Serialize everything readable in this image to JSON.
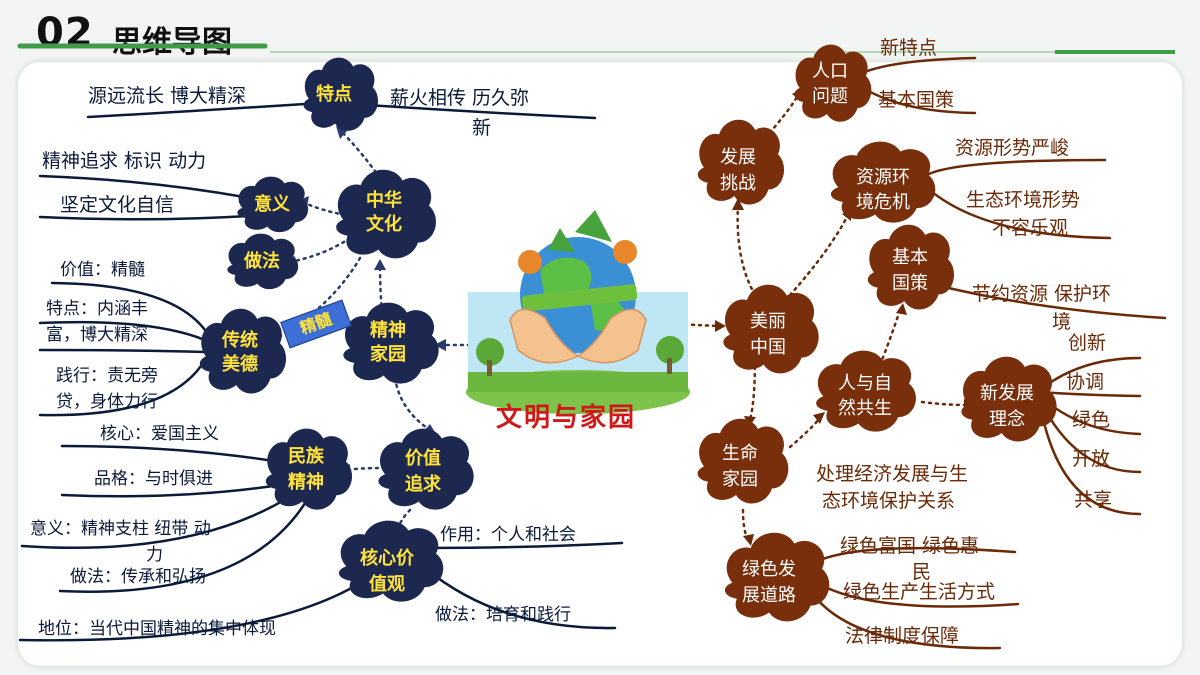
{
  "header": {
    "number": "02",
    "title": "思维导图"
  },
  "center": {
    "title": "文明与家园"
  },
  "left": {
    "tesdian": {
      "label": "特点",
      "left": "源远流长 博大精深",
      "right1": "薪火相传 历久弥",
      "right2": "新"
    },
    "zhonghua": {
      "label1": "中华",
      "label2": "文化"
    },
    "yiyi": {
      "label": "意义",
      "b1": "精神追求 标识 动力",
      "b2": "坚定文化自信"
    },
    "zuofa": {
      "label": "做法"
    },
    "chuantong": {
      "label1": "传统",
      "label2": "美德",
      "tag": "精髓",
      "b1": "价值：精髓",
      "b2a": "特点：内涵丰",
      "b2b": "富，博大精深",
      "b3a": "践行：责无旁",
      "b3b": "贷，身体力行"
    },
    "jingshen": {
      "label1": "精神",
      "label2": "家园"
    },
    "minzu": {
      "label1": "民族",
      "label2": "精神",
      "b1": "核心：爱国主义",
      "b2": "品格：与时俱进",
      "b3a": "意义：精神支柱 纽带 动",
      "b3b": "力",
      "b4": "做法：传承和弘扬"
    },
    "jiazhi": {
      "label1": "价值",
      "label2": "追求"
    },
    "hexin": {
      "label1": "核心价",
      "label2": "值观",
      "b1": "作用：个人和社会",
      "b2": "做法：培育和践行",
      "b3": "地位：当代中国精神的集中体现"
    }
  },
  "right": {
    "meili": {
      "label1": "美丽",
      "label2": "中国"
    },
    "fazhan": {
      "label1": "发展",
      "label2": "挑战"
    },
    "renkou": {
      "label1": "人口",
      "label2": "问题",
      "b1": "新特点",
      "b2": "基本国策"
    },
    "ziyuan": {
      "label1": "资源环",
      "label2": "境危机",
      "b1": "资源形势严峻",
      "b2a": "生态环境形势",
      "b2b": "不容乐观"
    },
    "jiben": {
      "label1": "基本",
      "label2": "国策",
      "b1a": "节约资源 保护环",
      "b1b": "境"
    },
    "renyuziran": {
      "label1": "人与自",
      "label2": "然共生"
    },
    "xinfazhan": {
      "label1": "新发展",
      "label2": "理念",
      "items": [
        "创新",
        "协调",
        "绿色",
        "开放",
        "共享"
      ]
    },
    "shengming": {
      "label1": "生命",
      "label2": "家园",
      "note1": "处理经济发展与生",
      "note2": "态环境保护关系"
    },
    "lvse": {
      "label1": "绿色发",
      "label2": "展道路",
      "b1a": "绿色富国 绿色惠",
      "b1b": "民",
      "b2": "绿色生产生活方式",
      "b3": "法律制度保障"
    }
  }
}
